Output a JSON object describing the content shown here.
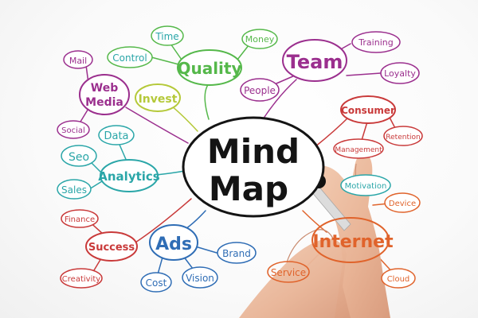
{
  "center": {
    "line1": "Mind",
    "line2": "Map"
  },
  "colors": {
    "purple": "#9b2f8e",
    "green": "#55b84a",
    "teal": "#2aa6a8",
    "blue": "#2f6db5",
    "red": "#c93a3a",
    "orange": "#e0632b",
    "lime": "#b5c93a",
    "ink": "#141414"
  },
  "nodes": {
    "quality": "Quality",
    "team": "Team",
    "invest": "Invest",
    "web_media_1": "Web",
    "web_media_2": "Media",
    "analytics": "Analytics",
    "ads": "Ads",
    "success": "Success",
    "internet": "Internet",
    "consumer": "Consumer",
    "time": "Time",
    "money": "Money",
    "control": "Control",
    "training": "Training",
    "people": "People",
    "loyalty": "Loyalty",
    "mail": "Mail",
    "social": "Social",
    "data": "Data",
    "seo": "Seo",
    "sales": "Sales",
    "management": "Management",
    "retention": "Retention",
    "motivation": "Motivation",
    "device": "Device",
    "finance": "Finance",
    "creativity": "Creativity",
    "cost": "Cost",
    "vision": "Vision",
    "brand": "Brand",
    "service": "Service",
    "cloud": "Cloud"
  }
}
